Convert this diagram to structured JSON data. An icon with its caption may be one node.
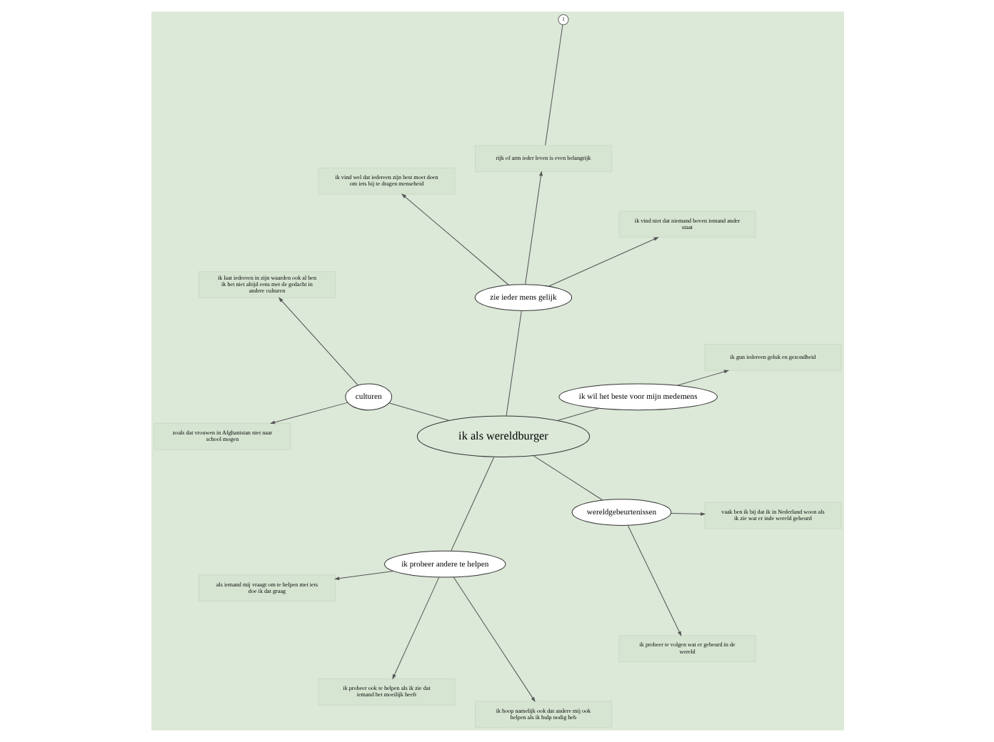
{
  "diagram": {
    "nodes": [
      {
        "text": [
          "ik als wereldburger"
        ]
      },
      {
        "text": [
          "ik wil het beste voor mijn medemens"
        ]
      },
      {
        "text": [
          "ik gun iedereen geluk en gezondheid"
        ]
      },
      {
        "text": [
          "zie ieder mens gelijk"
        ]
      },
      {
        "text": [
          "ik vind niet dat niemand boven iemand ander staat"
        ]
      },
      {
        "text": [
          "rijk of arm ieder leven is even belangrijk"
        ]
      },
      {
        "text": [
          "1"
        ]
      },
      {
        "text": [
          "ik vind wel dat iedereen zijn best moet doen om iets bij te dragen menseheid"
        ]
      },
      {
        "text": [
          "culturen"
        ]
      },
      {
        "text": [
          "ik laat iedereen in zijn waarden ook al ben ik het niet altijd eens met de gedacht in andere culturen"
        ]
      },
      {
        "text": [
          "zoals dat vrouwen in Afghanistan niet naar school mogen"
        ]
      },
      {
        "text": [
          "ik probeer andere te helpen"
        ]
      },
      {
        "text": [
          "als iemand mij vraagt om te helpen met iets doe ik dat graag"
        ]
      },
      {
        "text": [
          "ik probeer ook te helpen als ik zie dat iemand het moeilijk heeft"
        ]
      },
      {
        "text": [
          "ik hoop namelijk ook dat andere mij ook helpen als ik hulp nodig heb"
        ]
      },
      {
        "text": [
          "wereldgebeurtenissen"
        ]
      },
      {
        "text": [
          "ik probeer te volgen wat er gebeurd in de wereld"
        ]
      },
      {
        "text": [
          "vaak ben ik bij dat ik in Nederland woon als ik zie wat er inde wereld gebeurd"
        ]
      }
    ],
    "edges": [
      {
        "from": 0,
        "to": 1,
        "arrow": "none"
      },
      {
        "from": 1,
        "to": 2,
        "arrow": "to"
      },
      {
        "from": 0,
        "to": 3,
        "arrow": "none"
      },
      {
        "from": 3,
        "to": 4,
        "arrow": "to"
      },
      {
        "from": 3,
        "to": 5,
        "arrow": "to"
      },
      {
        "from": 5,
        "to": 6,
        "arrow": "none"
      },
      {
        "from": 3,
        "to": 7,
        "arrow": "to"
      },
      {
        "from": 0,
        "to": 8,
        "arrow": "none"
      },
      {
        "from": 8,
        "to": 9,
        "arrow": "to"
      },
      {
        "from": 8,
        "to": 10,
        "arrow": "to"
      },
      {
        "from": 0,
        "to": 11,
        "arrow": "none"
      },
      {
        "from": 11,
        "to": 12,
        "arrow": "to"
      },
      {
        "from": 11,
        "to": 13,
        "arrow": "to"
      },
      {
        "from": 11,
        "to": 14,
        "arrow": "to"
      },
      {
        "from": 0,
        "to": 15,
        "arrow": "none"
      },
      {
        "from": 15,
        "to": 16,
        "arrow": "to"
      },
      {
        "from": 15,
        "to": 17,
        "arrow": "to"
      }
    ]
  }
}
